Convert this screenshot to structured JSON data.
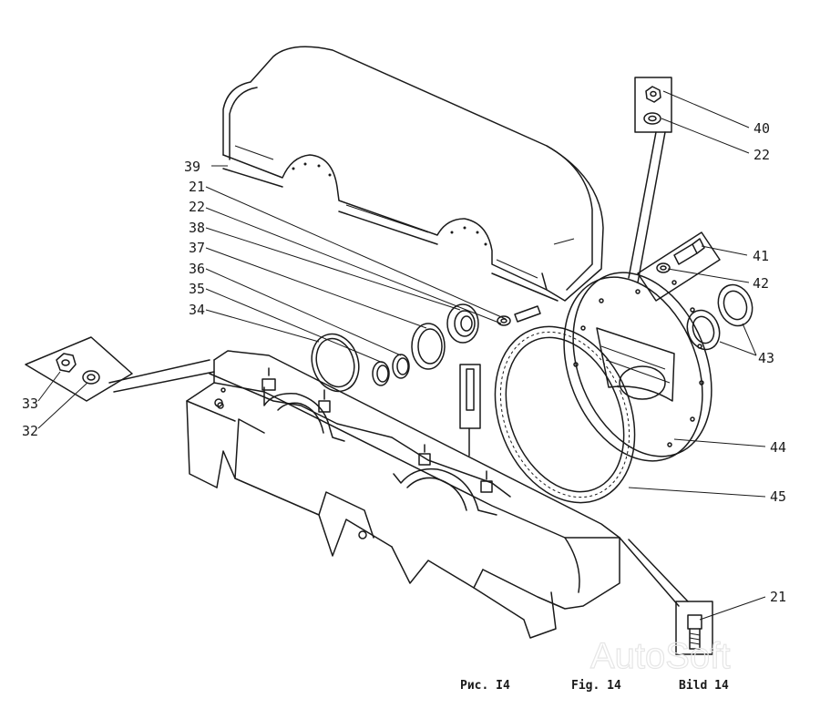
{
  "figure": {
    "labels": {
      "p40": "40",
      "p22a": "22",
      "p39": "39",
      "p21a": "21",
      "p22b": "22",
      "p38": "38",
      "p37": "37",
      "p36": "36",
      "p35": "35",
      "p34": "34",
      "p41": "41",
      "p42": "42",
      "p43": "43",
      "p33": "33",
      "p32": "32",
      "p44": "44",
      "p45": "45",
      "p21b": "21"
    },
    "caption": {
      "ru": "Рис. I4",
      "en": "Fig. 14",
      "de": "Bild 14"
    },
    "watermark": "AutoSoft"
  }
}
